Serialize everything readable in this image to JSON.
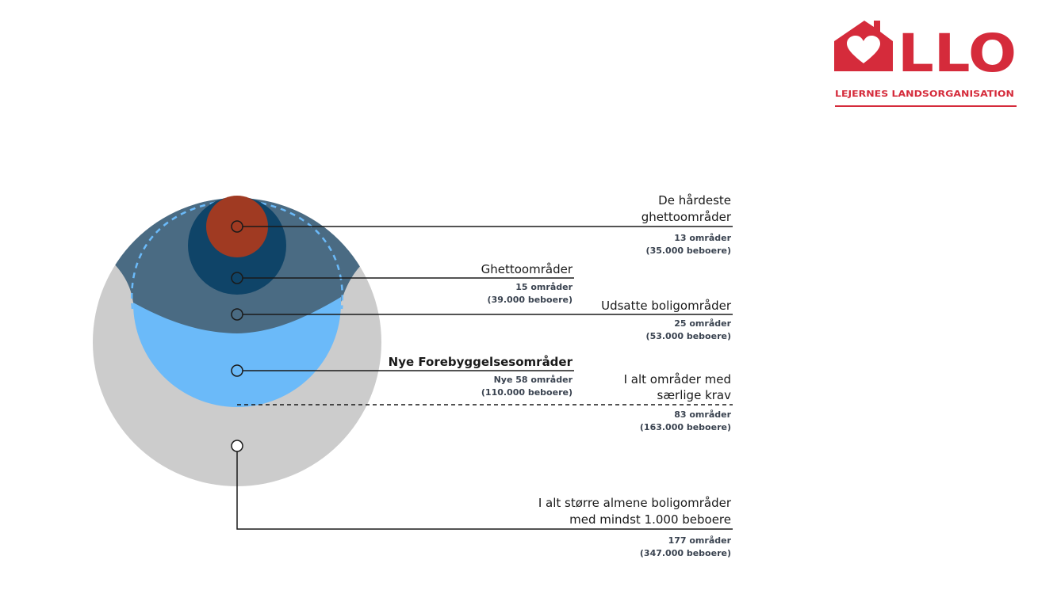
{
  "logo": {
    "wordmark": "LLO",
    "tagline": "LEJERNES LANDSORGANISATION",
    "brand_color": "#d52b3b"
  },
  "colors": {
    "gray": "#cccccc",
    "light_blue": "#6bbaf9",
    "slate": "#4a6b83",
    "navy": "#0f4468",
    "rust": "#a03a22",
    "dashed": "#6bbaf9"
  },
  "labels": {
    "hardest": {
      "line1": "De hårdeste",
      "line2": "ghettoområder",
      "count": "13 områder",
      "residents": "(35.000 beboere)"
    },
    "ghetto": {
      "title": "Ghettoområder",
      "count": "15 områder",
      "residents": "(39.000 beboere)"
    },
    "udsatte": {
      "title": "Udsatte boligområder",
      "count": "25 områder",
      "residents": "(53.000 beboere)"
    },
    "nye": {
      "title": "Nye Forebyggelsesområder",
      "count": "Nye 58 områder",
      "residents": "(110.000 beboere)"
    },
    "ialt_krav": {
      "line1": "I alt områder med",
      "line2": "særlige krav",
      "count": "83 områder",
      "residents": "(163.000 beboere)"
    },
    "ialt_almene": {
      "line1": "I alt større almene boligområder",
      "line2": "med mindst 1.000 beboere",
      "count": "177 områder",
      "residents": "(347.000 beboere)"
    }
  }
}
